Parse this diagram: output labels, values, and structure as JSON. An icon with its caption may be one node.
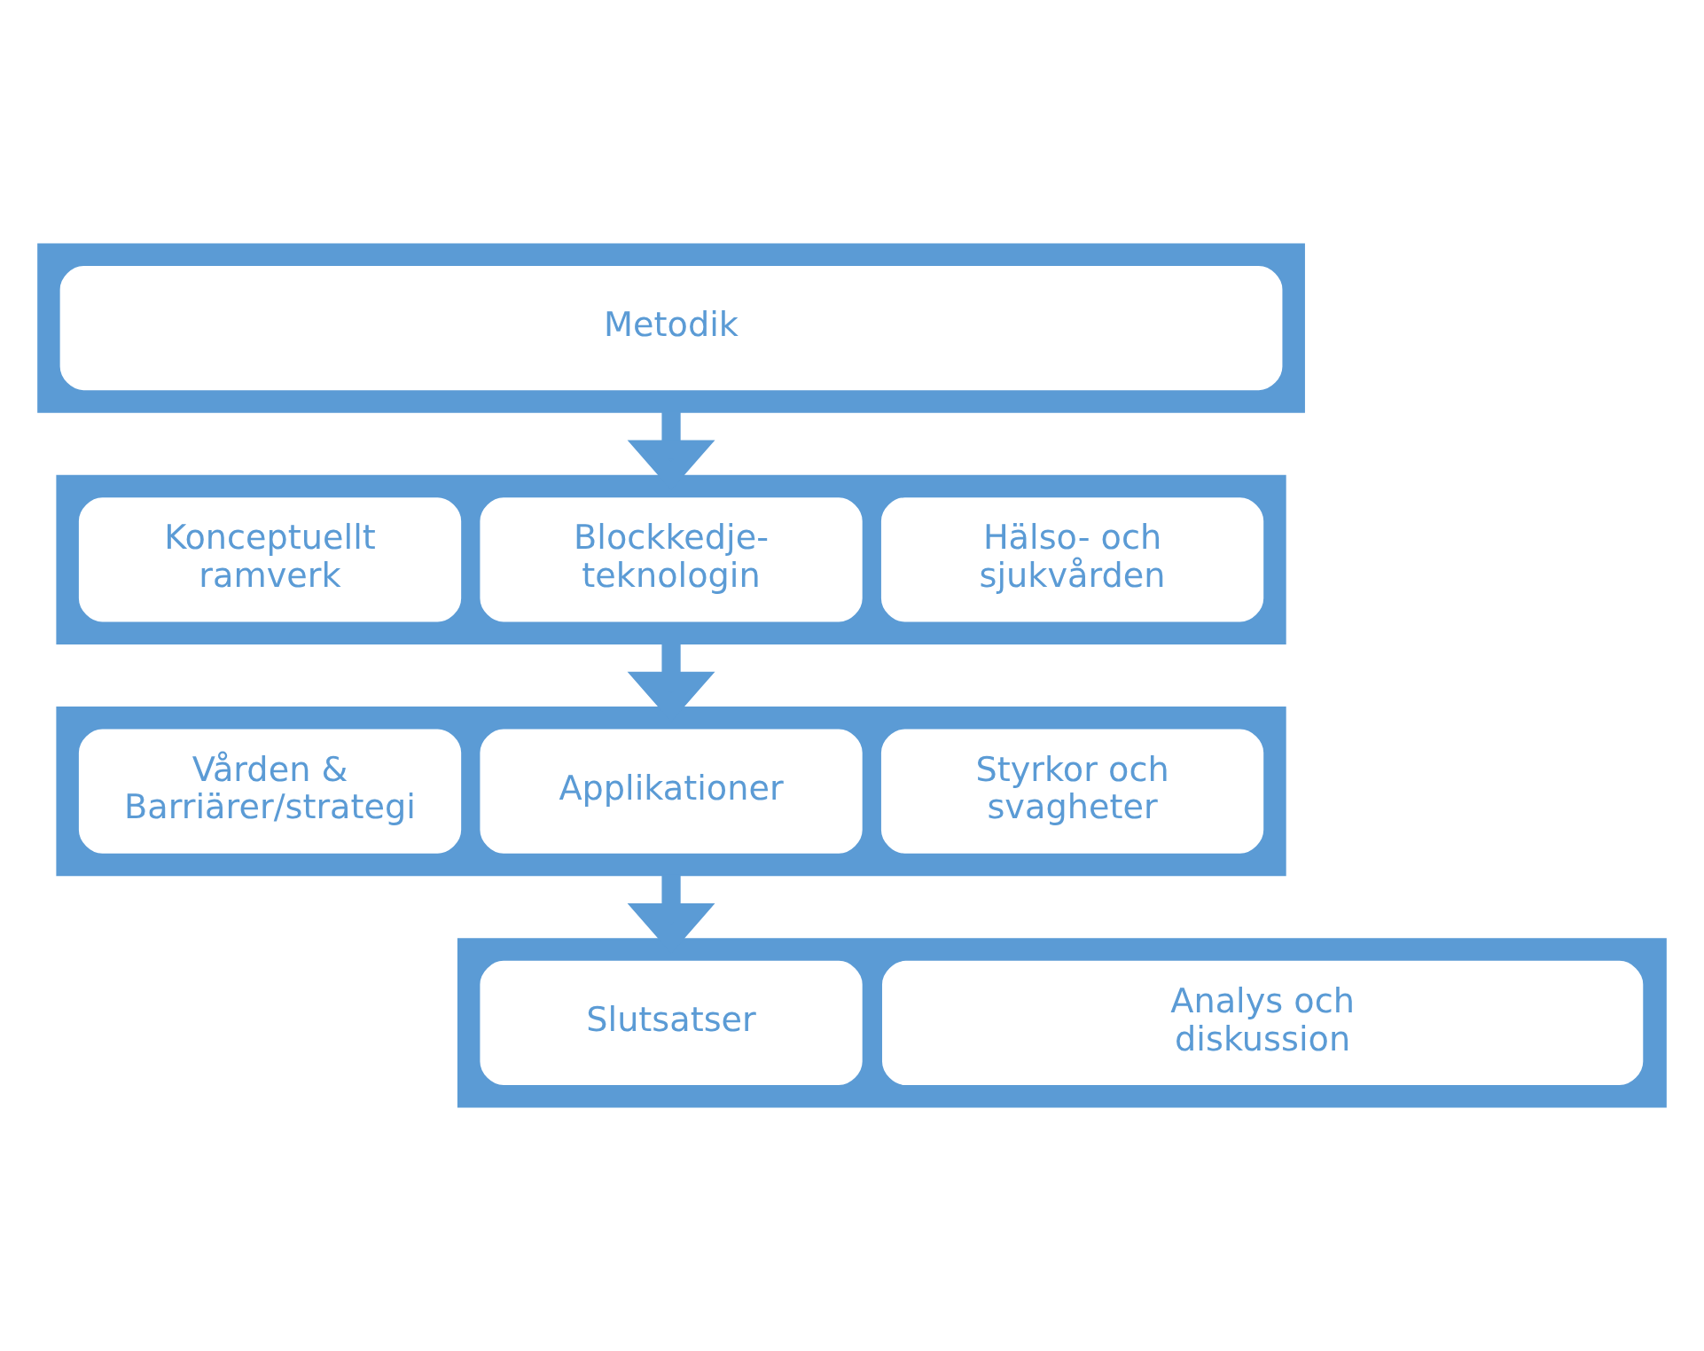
{
  "diagram": {
    "nodes": [
      {
        "text": [],
        "shape": "bar"
      },
      {
        "text": [
          "Metodik"
        ],
        "in": 0
      },
      {
        "text": [],
        "shape": "bar"
      },
      {
        "text": [
          "Hälso- och sjukvården"
        ],
        "in": 2
      },
      {
        "text": [
          "Blockkedje- teknologin"
        ],
        "in": 2
      },
      {
        "text": [
          "Konceptuellt ramverk"
        ],
        "in": 2
      },
      {
        "text": [],
        "shape": "bar"
      },
      {
        "text": [
          "Styrkor och svagheter"
        ],
        "in": 6
      },
      {
        "text": [
          "Applikationer"
        ],
        "in": 6
      },
      {
        "text": [
          "Vården & Barriärer/strategi"
        ],
        "in": 6
      },
      {
        "text": [],
        "shape": "bar"
      },
      {
        "text": [
          "Analys och diskussion"
        ],
        "in": 10
      },
      {
        "text": [
          "Slutsatser"
        ],
        "in": 10
      }
    ],
    "edges": [
      {
        "from": 0,
        "to": 2,
        "arrow": "to"
      },
      {
        "from": 2,
        "to": 6,
        "arrow": "to"
      },
      {
        "from": 6,
        "to": 10,
        "arrow": "to"
      }
    ]
  }
}
